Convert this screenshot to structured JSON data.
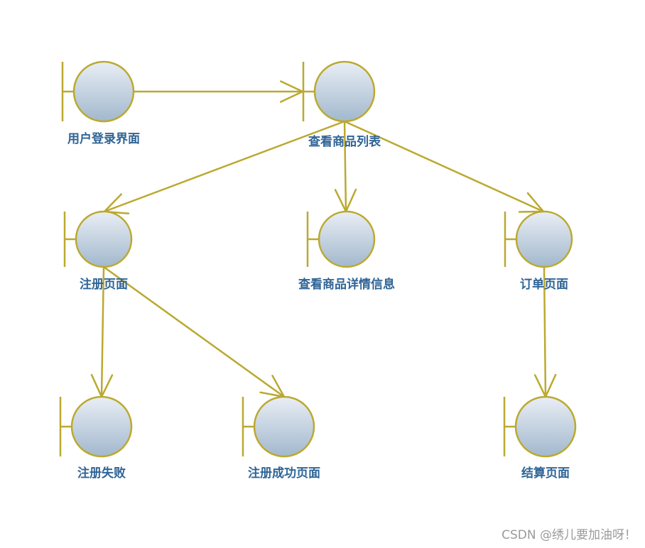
{
  "diagram": {
    "colors": {
      "stroke": "#bba930",
      "fill_top": "#e9eef5",
      "fill_bottom": "#a2b8cd",
      "label": "#2f6496"
    },
    "nodes": [
      {
        "id": "login",
        "label": "用户登录界面"
      },
      {
        "id": "product-list",
        "label": "查看商品列表"
      },
      {
        "id": "register",
        "label": "注册页面"
      },
      {
        "id": "product-detail",
        "label": "查看商品详情信息"
      },
      {
        "id": "order",
        "label": "订单页面"
      },
      {
        "id": "register-fail",
        "label": "注册失败"
      },
      {
        "id": "register-success",
        "label": "注册成功页面"
      },
      {
        "id": "checkout",
        "label": "结算页面"
      }
    ],
    "edges": [
      {
        "from": "login",
        "to": "product-list"
      },
      {
        "from": "product-list",
        "to": "register"
      },
      {
        "from": "product-list",
        "to": "product-detail"
      },
      {
        "from": "product-list",
        "to": "order"
      },
      {
        "from": "register",
        "to": "register-fail"
      },
      {
        "from": "register",
        "to": "register-success"
      },
      {
        "from": "order",
        "to": "checkout"
      }
    ]
  },
  "watermark": "CSDN @绣儿要加油呀！"
}
